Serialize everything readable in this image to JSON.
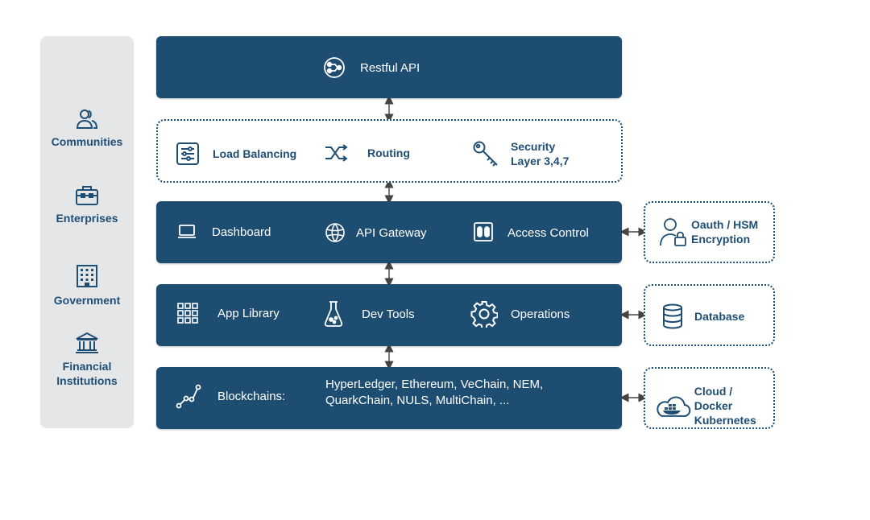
{
  "sidebar": {
    "items": [
      {
        "label": "Communities",
        "icon": "users-icon"
      },
      {
        "label": "Enterprises",
        "icon": "briefcase-icon"
      },
      {
        "label": "Government",
        "icon": "building-icon"
      },
      {
        "label": "Financial\nInstitutions",
        "icon": "bank-icon"
      }
    ]
  },
  "layers": {
    "restful_api": {
      "label": "Restful API",
      "icon": "api-icon"
    },
    "network": {
      "load_balancing": "Load Balancing",
      "routing": "Routing",
      "security": "Security\nLayer 3,4,7"
    },
    "gateway_row": {
      "dashboard": "Dashboard",
      "api_gateway": "API Gateway",
      "access_control": "Access Control"
    },
    "tools_row": {
      "app_library": "App Library",
      "dev_tools": "Dev Tools",
      "operations": "Operations"
    },
    "blockchain_row": {
      "label": "Blockchains:",
      "list": "HyperLedger, Ethereum, VeChain, NEM,\nQuarkChain, NULS, MultiChain, ..."
    }
  },
  "side_boxes": {
    "oauth": "Oauth / HSM\nEncryption",
    "database": "Database",
    "cloud": "Cloud / Docker\nKubernetes"
  },
  "colors": {
    "primary": "#1e4d72",
    "text_dark": "#1f4e75",
    "sidebar_bg": "#e5e6e8"
  }
}
